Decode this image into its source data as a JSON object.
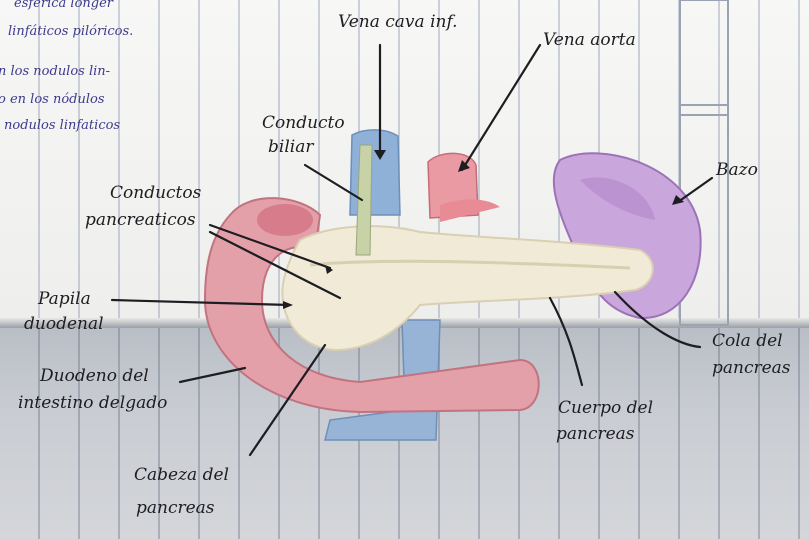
{
  "notes": [
    "esférica longer",
    "linfáticos pilóricos.",
    "n los nodulos lin-",
    "o en los nódulos",
    "nodulos linfaticos"
  ],
  "labels": {
    "vena_cava": "Vena cava inf.",
    "vena_aorta": "Vena aorta",
    "conducto_biliar": [
      "Conducto",
      "biliar"
    ],
    "conductos_pancreaticos": [
      "Conductos",
      "pancreaticos"
    ],
    "bazo": "Bazo",
    "papila_duodenal": [
      "Papila",
      "duodenal"
    ],
    "cola_pancreas": [
      "Cola del",
      "pancreas"
    ],
    "duodeno": [
      "Duodeno del",
      "intestino delgado"
    ],
    "cuerpo_pancreas": [
      "Cuerpo del",
      "pancreas"
    ],
    "cabeza_pancreas": [
      "Cabeza del",
      "pancreas"
    ]
  },
  "colors": {
    "ink": "#1d1d22",
    "note_ink": "#3e3a8c",
    "duodenum": "#e3a0a8",
    "pancreas": "#f1ead6",
    "spleen": "#c4a0d6",
    "vein": "#8fb1d8",
    "artery": "#e88b95"
  }
}
